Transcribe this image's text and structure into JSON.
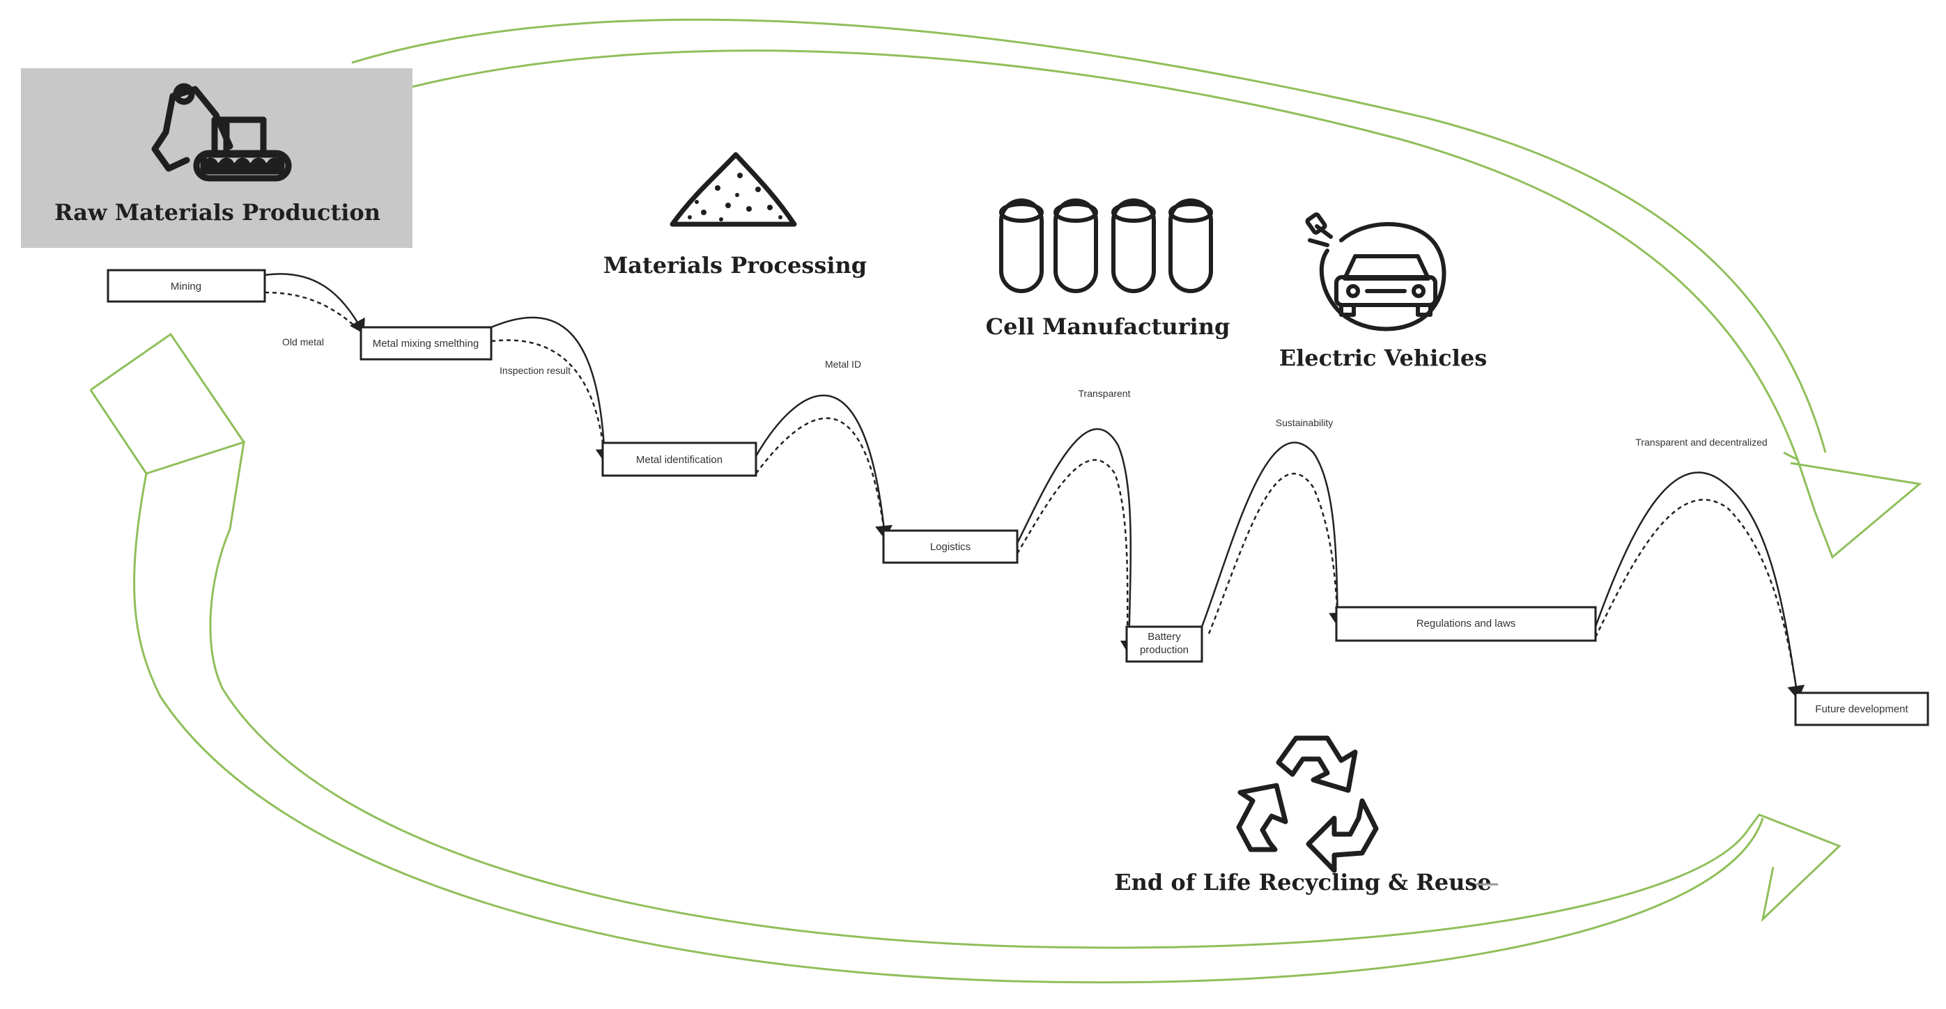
{
  "stages": {
    "raw_materials": "Raw Materials Production",
    "materials_processing": "Materials Processing",
    "cell_manufacturing": "Cell Manufacturing",
    "electric_vehicles": "Electric Vehicles",
    "recycling": "End of Life Recycling & Reuse"
  },
  "process_boxes": {
    "mining": "Mining",
    "metal_mixing": "Metal mixing smelthing",
    "metal_identification": "Metal identification",
    "logistics": "Logistics",
    "battery_production_line1": "Battery",
    "battery_production_line2": "production",
    "regulations": "Regulations and laws",
    "future_development": "Future development"
  },
  "edge_labels": {
    "old_metal": "Old metal",
    "inspection_result": "Inspection result",
    "metal_id": "Metal ID",
    "transparent": "Transparent",
    "sustainability": "Sustainability",
    "transparent_decentralized": "Transparent and decentralized"
  },
  "colors": {
    "cycle_arrow": "#8fbf5a",
    "raw_materials_panel": "#c8c8c8",
    "line": "#222222"
  },
  "icons": {
    "raw_materials": "excavator-icon",
    "materials_processing": "sand-pile-icon",
    "cell_manufacturing": "battery-cells-icon",
    "electric_vehicles": "ev-car-icon",
    "recycling": "recycle-icon"
  }
}
